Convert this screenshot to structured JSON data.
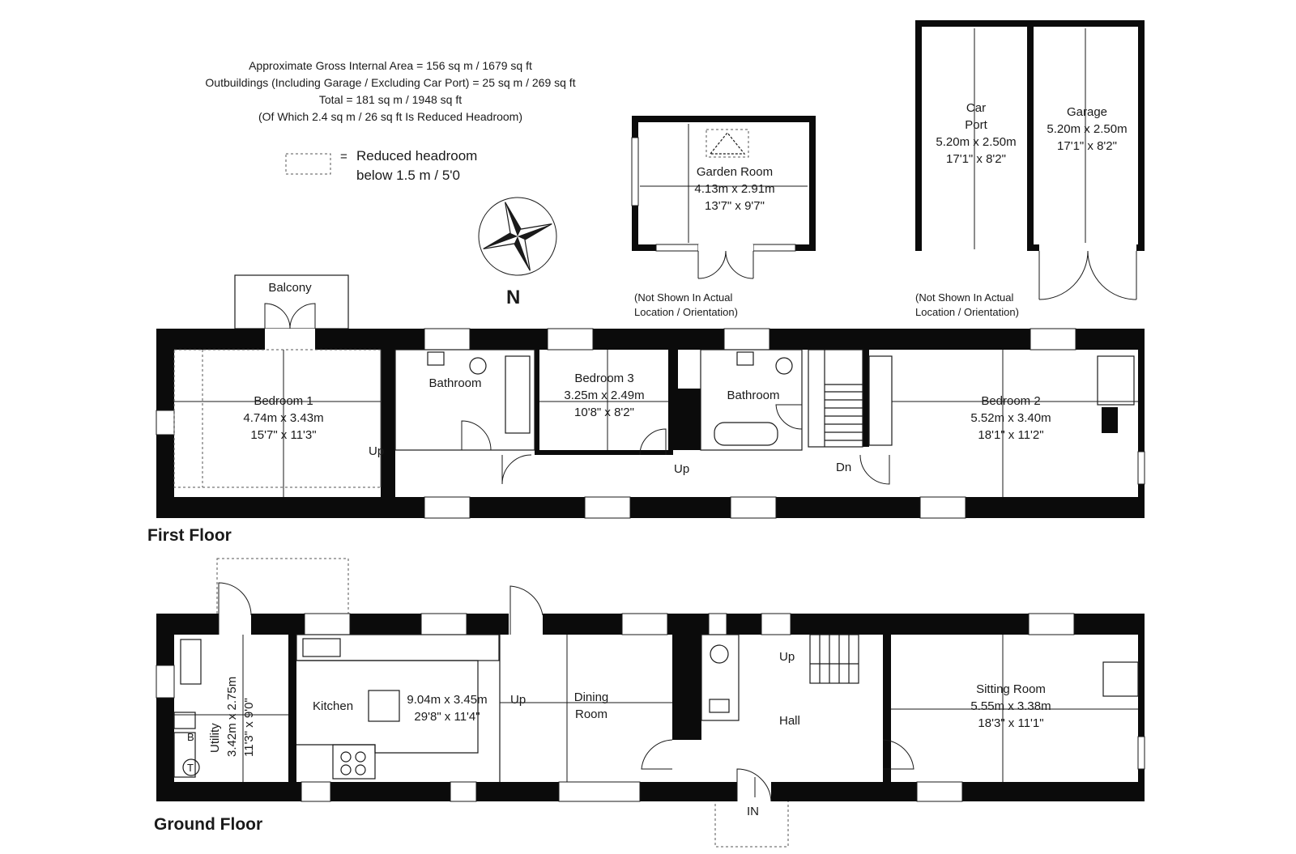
{
  "summary": {
    "line1": "Approximate Gross Internal Area = 156 sq m / 1679 sq ft",
    "line2": "Outbuildings (Including Garage / Excluding Car Port) = 25 sq m / 269 sq ft",
    "line3": "Total = 181 sq m / 1948 sq ft",
    "line4": "(Of Which 2.4 sq m / 26 sq ft Is Reduced Headroom)"
  },
  "legend": {
    "equals": "=",
    "text1": "Reduced headroom",
    "text2": "below 1.5 m / 5'0"
  },
  "compass": {
    "north": "N"
  },
  "outbuildings": {
    "note1a": "(Not Shown In Actual",
    "note1b": "Location / Orientation)",
    "note2a": "(Not Shown In Actual",
    "note2b": "Location / Orientation)",
    "garden_room": {
      "name": "Garden Room",
      "metric": "4.13m x 2.91m",
      "imperial": "13'7\" x 9'7\""
    },
    "car_port": {
      "name1": "Car",
      "name2": "Port",
      "metric": "5.20m x 2.50m",
      "imperial": "17'1\" x 8'2\""
    },
    "garage": {
      "name": "Garage",
      "metric": "5.20m x 2.50m",
      "imperial": "17'1\" x 8'2\""
    }
  },
  "first_floor": {
    "title": "First Floor",
    "balcony": "Balcony",
    "bedroom1": {
      "name": "Bedroom 1",
      "metric": "4.74m x 3.43m",
      "imperial": "15'7\" x 11'3\""
    },
    "bathroom1": "Bathroom",
    "bedroom3": {
      "name": "Bedroom 3",
      "metric": "3.25m x 2.49m",
      "imperial": "10'8\" x 8'2\""
    },
    "bathroom2": "Bathroom",
    "bedroom2": {
      "name": "Bedroom 2",
      "metric": "5.52m x 3.40m",
      "imperial": "18'1\" x 11'2\""
    },
    "up1": "Up",
    "up2": "Up",
    "dn": "Dn"
  },
  "ground_floor": {
    "title": "Ground Floor",
    "utility": {
      "name": "Utility",
      "metric": "3.42m x 2.75m",
      "imperial": "11'3\" x 9'0\""
    },
    "kitchen": {
      "name": "Kitchen",
      "metric": "9.04m x 3.45m",
      "imperial": "29'8\" x 11'4\""
    },
    "dining": {
      "name1": "Dining",
      "name2": "Room"
    },
    "hall": "Hall",
    "sitting": {
      "name": "Sitting Room",
      "metric": "5.55m x 3.38m",
      "imperial": "18'3\" x 11'1\""
    },
    "up1": "Up",
    "up2": "Up",
    "in": "IN",
    "boiler": "B",
    "tank": "T"
  }
}
